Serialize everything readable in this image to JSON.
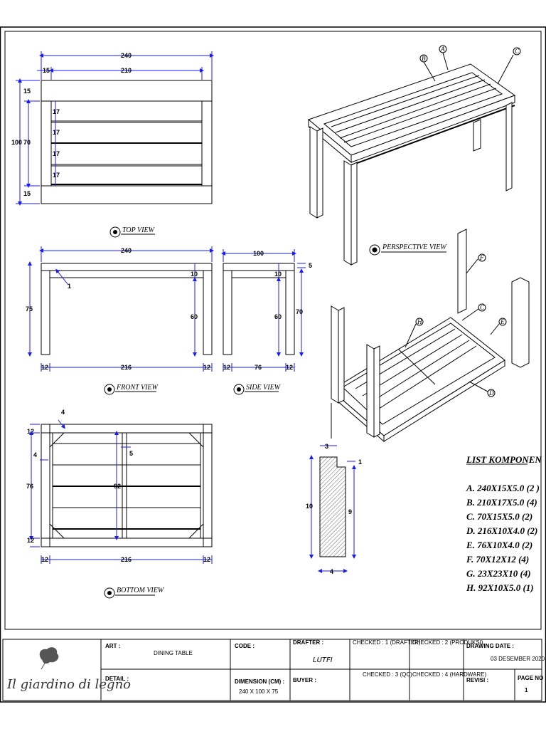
{
  "views": {
    "top": "TOP VIEW",
    "front": "FRONT VIEW",
    "side": "SIDE VIEW",
    "bottom": "BOTTOM VIEW",
    "perspective": "PERSPECTIVE VIEW"
  },
  "dims": {
    "top": {
      "w240": "240",
      "w210": "210",
      "c15a": "15",
      "c15b": "15",
      "c15c": "15",
      "h100": "100",
      "h70": "70",
      "s17a": "17",
      "s17b": "17",
      "s17c": "17",
      "s17d": "17"
    },
    "front": {
      "w240": "240",
      "h75": "75",
      "d10": "10",
      "d60": "60",
      "one": "1",
      "l12": "12",
      "m216": "216",
      "r12": "12"
    },
    "side": {
      "w100": "100",
      "five": "5",
      "d10": "10",
      "d60": "60",
      "h70": "70",
      "l12": "12",
      "m76": "76",
      "r12": "12"
    },
    "bottom": {
      "four_a": "4",
      "t12": "12",
      "four_b": "4",
      "five": "5",
      "h76": "76",
      "m92": "92",
      "b12": "12",
      "l12": "12",
      "m216": "216",
      "r12": "12"
    },
    "detail": {
      "three": "3",
      "one": "1",
      "ten": "10",
      "nine": "9",
      "four": "4"
    }
  },
  "part_letters": {
    "a": "A",
    "b": "B",
    "c": "C",
    "c2": "C",
    "d": "D",
    "e": "E",
    "f": "F",
    "h": "H"
  },
  "components": {
    "title": "LIST KOMPONEN",
    "items": [
      "A.   240X15X5.0 (2 )",
      "B.   210X17X5.0 (4)",
      "C.   70X15X5.0  (2)",
      "D.   216X10X4.0 (2)",
      "E.   76X10X4.0 (2)",
      "F.   70X12X12 (4)",
      "G.   23X23X10 (4)",
      "H.   92X10X5.0 (1)"
    ]
  },
  "title_block": {
    "logo_text": "Il giardino di legno",
    "art_label": "ART :",
    "art_value": "DINING TABLE",
    "code_label": "CODE :",
    "drafter_label": "DRAFTER :",
    "drafter_value": "LUTFI",
    "checked1": "CHECKED : 1 (DRAFTER)",
    "checked2": "CHECKED : 2 (PRODUKSI)",
    "drawing_date_label": "DRAWING DATE :",
    "drawing_date_value": "03 DESEMBER 2020",
    "detail_label": "DETAIL :",
    "dimension_label": "DIMENSION (CM) :",
    "dimension_value": "240 X 100 X 75",
    "buyer_label": "BUYER :",
    "checked3": "CHECKED : 3 (QC)",
    "checked4": "CHECKED : 4 (HARDWARE)",
    "revisi_label": "REVISI :",
    "page_label": "PAGE NO :",
    "page_value": "1"
  }
}
